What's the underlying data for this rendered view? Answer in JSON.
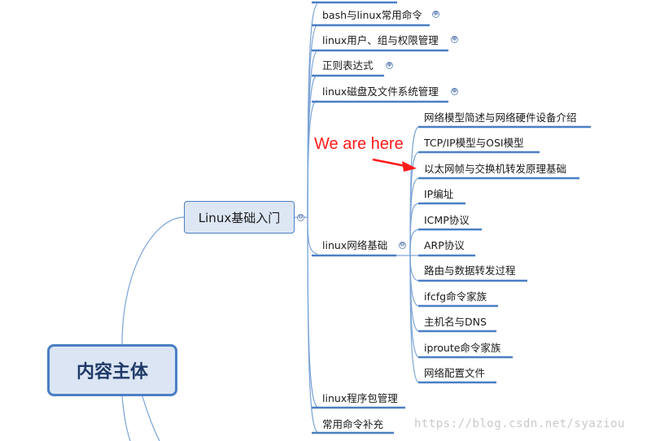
{
  "mindmap": {
    "root": "内容主体",
    "subtopic": "Linux基础入门",
    "topics": [
      {
        "label": "bash与linux常用命令",
        "state": "⊕"
      },
      {
        "label": "linux用户、组与权限管理",
        "state": "⊕"
      },
      {
        "label": "正则表达式",
        "state": "⊕"
      },
      {
        "label": "linux磁盘及文件系统管理",
        "state": "⊕"
      },
      {
        "label": "linux网络基础",
        "state": "⊖"
      },
      {
        "label": "linux程序包管理"
      },
      {
        "label": "常用命令补充"
      }
    ],
    "subtopic_state": "⊖",
    "network_items": [
      "网络模型简述与网络硬件设备介绍",
      "TCP/IP模型与OSI模型",
      "以太网帧与交换机转发原理基础",
      "IP编址",
      "ICMP协议",
      "ARP协议",
      "路由与数据转发过程",
      "ifcfg命令家族",
      "主机名与DNS",
      "iproute命令家族",
      "网络配置文件"
    ]
  },
  "annotation": {
    "text": "We are here",
    "color": "#ff1a1a"
  },
  "watermark": "https://blog.csdn.net/syaziou",
  "colors": {
    "line": "#4a7fc4",
    "connector": "#7aa3d6"
  }
}
